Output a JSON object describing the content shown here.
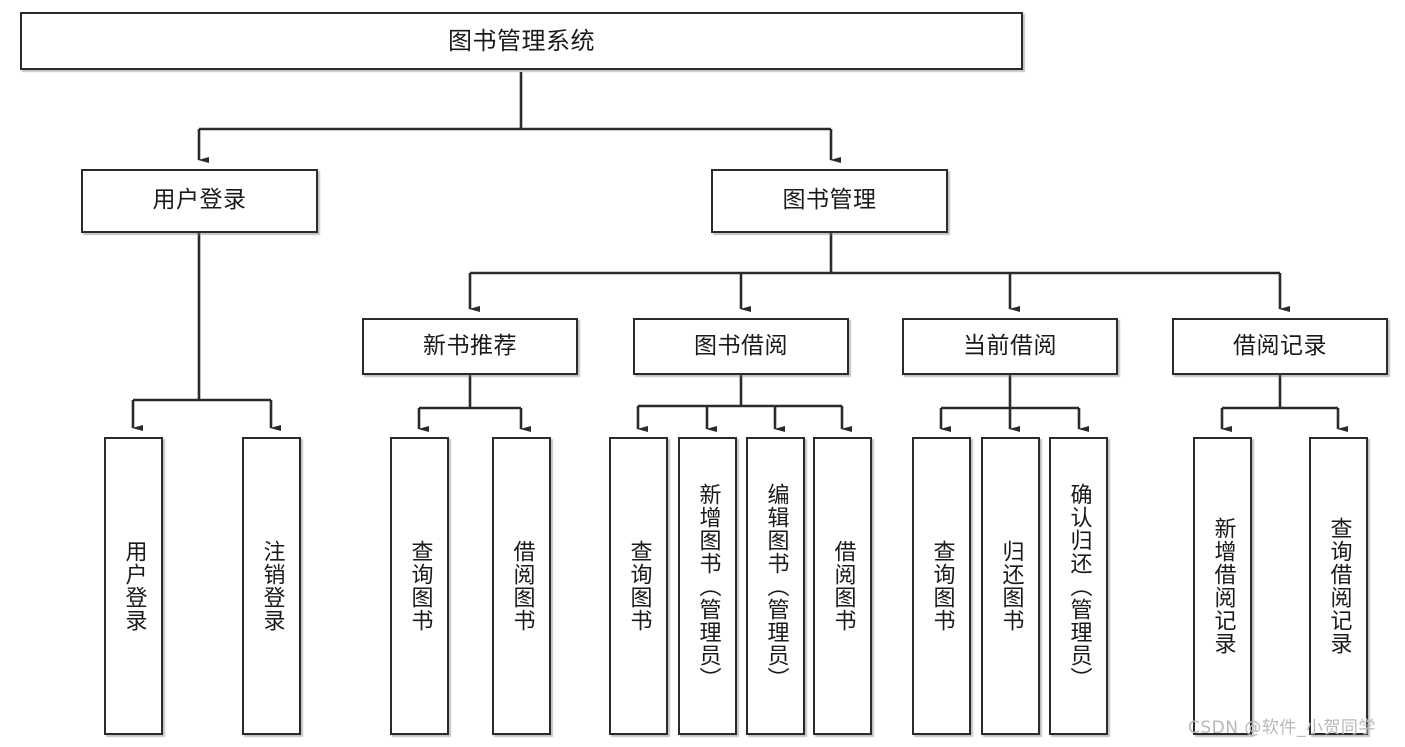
{
  "diagram": {
    "type": "tree",
    "title": "图书管理系统",
    "watermark": "CSDN @软件_小贺同学",
    "colors": {
      "box_border": "#2b2b2b",
      "box_fill": "#ffffff",
      "connector": "#2b2b2b",
      "text": "#1a1a1a",
      "watermark": "#b9b9b9"
    },
    "levels": {
      "root": {
        "label": "图书管理系统"
      },
      "level2": [
        {
          "label": "用户登录"
        },
        {
          "label": "图书管理"
        }
      ],
      "level3": [
        {
          "label": "新书推荐"
        },
        {
          "label": "图书借阅"
        },
        {
          "label": "当前借阅"
        },
        {
          "label": "借阅记录"
        }
      ],
      "leaves": {
        "user_login": [
          {
            "label": "用户登录"
          },
          {
            "label": "注销登录"
          }
        ],
        "new_book_recommend": [
          {
            "label": "查询图书"
          },
          {
            "label": "借阅图书"
          }
        ],
        "book_borrow": [
          {
            "label": "查询图书"
          },
          {
            "label": "新增图书（管理员）"
          },
          {
            "label": "编辑图书（管理员）"
          },
          {
            "label": "借阅图书"
          }
        ],
        "current_borrow": [
          {
            "label": "查询图书"
          },
          {
            "label": "归还图书"
          },
          {
            "label": "确认归还（管理员）"
          }
        ],
        "borrow_record": [
          {
            "label": "新增借阅记录"
          },
          {
            "label": "查询借阅记录"
          }
        ]
      }
    }
  }
}
